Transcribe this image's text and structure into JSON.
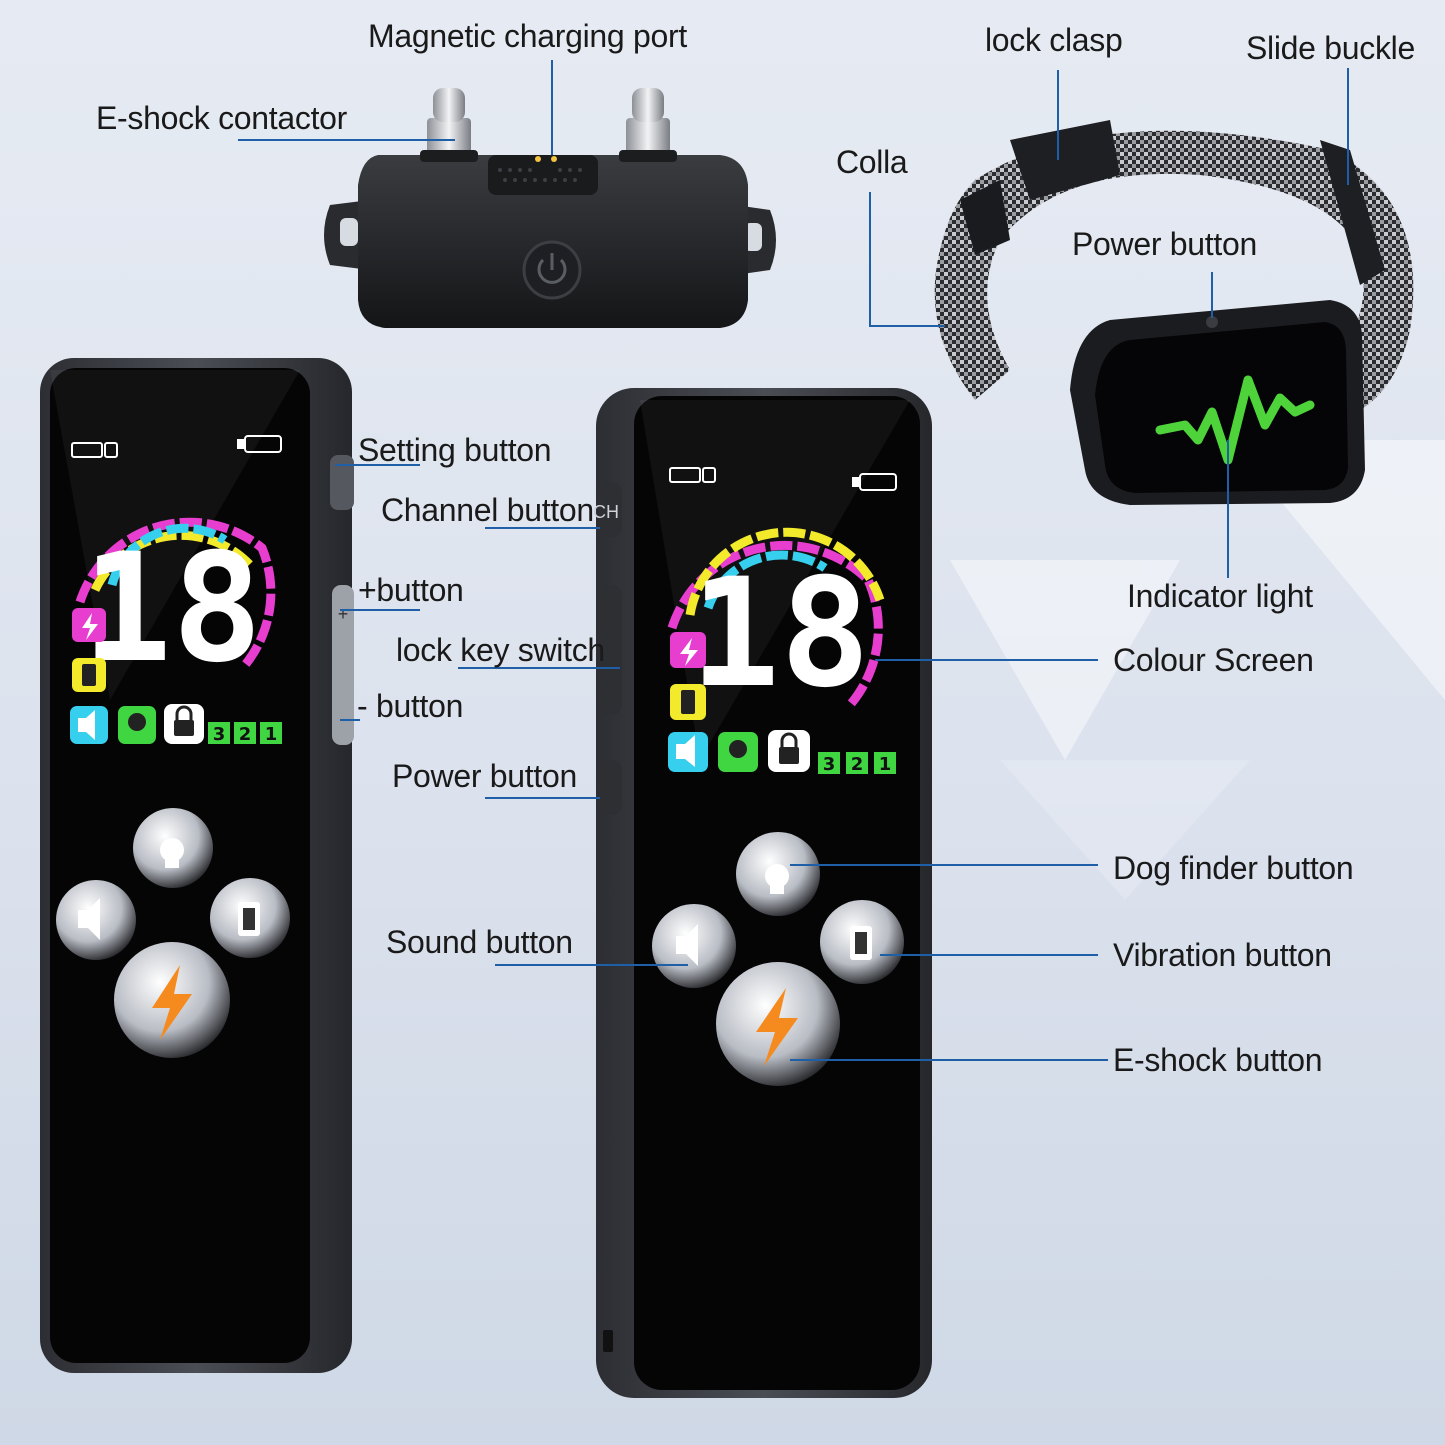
{
  "labels": {
    "magnetic_port": "Magnetic charging port",
    "eshock_contactor": "E-shock contactor",
    "lock_clasp": "lock clasp",
    "slide_buckle": "Slide buckle",
    "colla": "Colla",
    "collar_power": "Power button",
    "setting_button": "Setting button",
    "channel_button": "Channel button",
    "plus_button": "+button",
    "lock_switch": "lock key switch",
    "minus_button": "- button",
    "remote_power": "Power button",
    "indicator_light": "Indicator light",
    "colour_screen": "Colour Screen",
    "dog_finder": "Dog finder button",
    "sound_button": "Sound button",
    "vibration_button": "Vibration button",
    "eshock_button": "E-shock button"
  },
  "screen": {
    "level": "18",
    "ch3": "3",
    "ch2": "2",
    "ch1": "1",
    "side_ch": "CH"
  },
  "colors": {
    "line": "#1f5fa8",
    "magenta": "#e83ed0",
    "yellow": "#f2ea2a",
    "cyan": "#36d0ee",
    "green": "#3fd641",
    "orange": "#f58a1f"
  },
  "icons": [
    "lightning-icon",
    "vibration-icon",
    "speaker-icon",
    "bulb-icon",
    "lock-icon",
    "battery-icon",
    "gear-icon",
    "power-icon",
    "heartbeat-icon"
  ]
}
